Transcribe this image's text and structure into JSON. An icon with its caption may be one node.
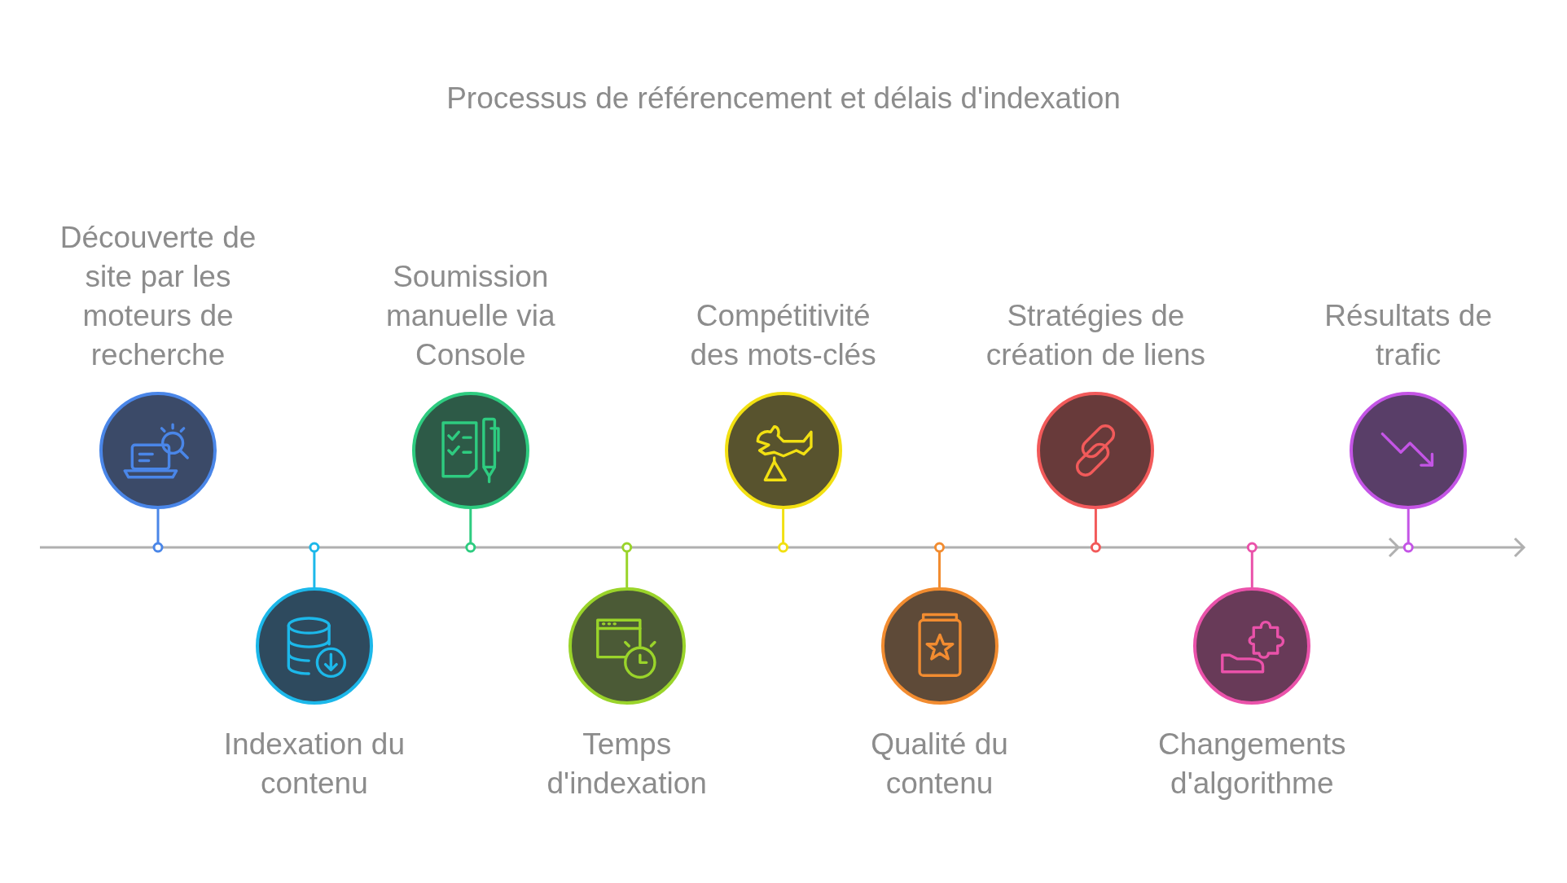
{
  "diagram": {
    "title": "Processus de référencement et délais d'indexation",
    "nodes": [
      {
        "text": [],
        "shape": "circle",
        "beside": [
          "Découverte de site par les moteurs de recherche"
        ]
      },
      {
        "text": [],
        "shape": "circle",
        "beside": [
          "Indexation du contenu"
        ]
      },
      {
        "text": [],
        "shape": "circle",
        "beside": [
          "Soumission manuelle via Console"
        ]
      },
      {
        "text": [],
        "shape": "circle",
        "beside": [
          "Temps d'indexation"
        ]
      },
      {
        "text": [],
        "shape": "circle",
        "beside": [
          "Compétitivité des mots-clés"
        ]
      },
      {
        "text": [],
        "shape": "circle",
        "beside": [
          "Qualité du contenu"
        ]
      },
      {
        "text": [],
        "shape": "circle",
        "beside": [
          "Stratégies de création de liens"
        ]
      },
      {
        "text": [],
        "shape": "circle",
        "beside": [
          "Changements d'algorithme"
        ]
      },
      {
        "text": [],
        "shape": "circle",
        "beside": [
          "Résultats de trafic"
        ]
      }
    ]
  }
}
